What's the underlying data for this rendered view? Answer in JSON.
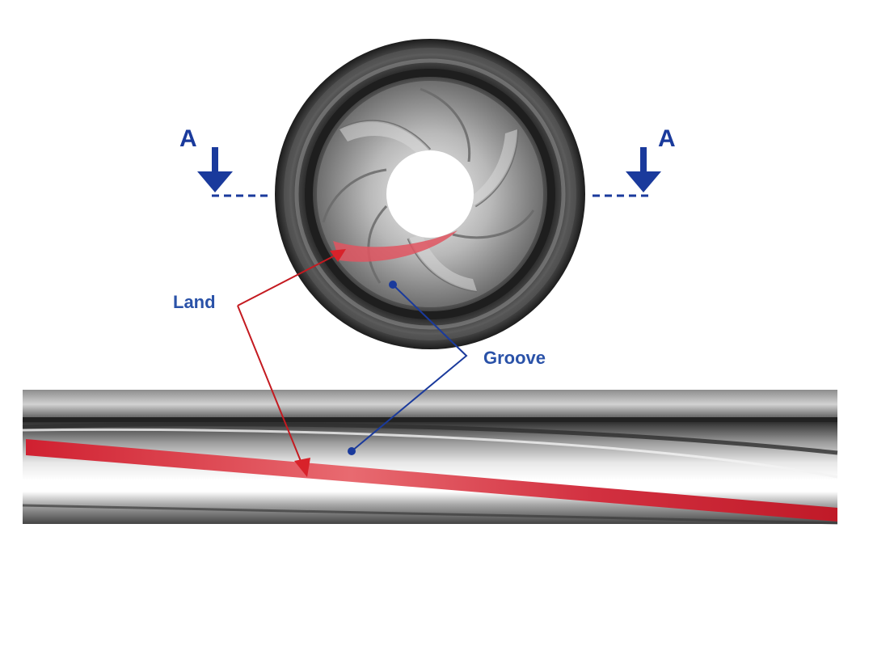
{
  "diagram": {
    "section_marker_left": "A",
    "section_marker_right": "A",
    "labels": {
      "land": "Land",
      "groove": "Groove"
    },
    "colors": {
      "marker_blue": "#1a3a9c",
      "land_red": "#d8222a",
      "groove_blue": "#1a3a9c",
      "label_blue": "#2a52a8",
      "metal_dark": "#3c3c3c",
      "metal_light": "#c8c8c8",
      "land_fill": "#e0474f"
    },
    "icons": [
      "down-arrow-icon",
      "down-arrow-icon"
    ]
  }
}
